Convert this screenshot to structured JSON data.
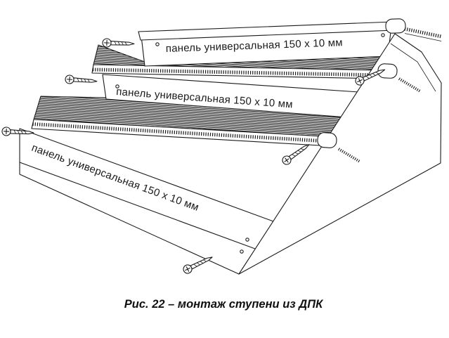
{
  "figure": {
    "labels": [
      {
        "text": "панель универсальная 150 x 10 мм"
      },
      {
        "text": "панель универсальная 150 x 10 мм"
      },
      {
        "text": "панель универсальная 150 x 10 мм"
      }
    ],
    "caption": "Рис. 22 – монтаж ступени из ДПК",
    "colors": {
      "line": "#1a1a1a",
      "tread": "#222222",
      "background": "#ffffff"
    }
  }
}
